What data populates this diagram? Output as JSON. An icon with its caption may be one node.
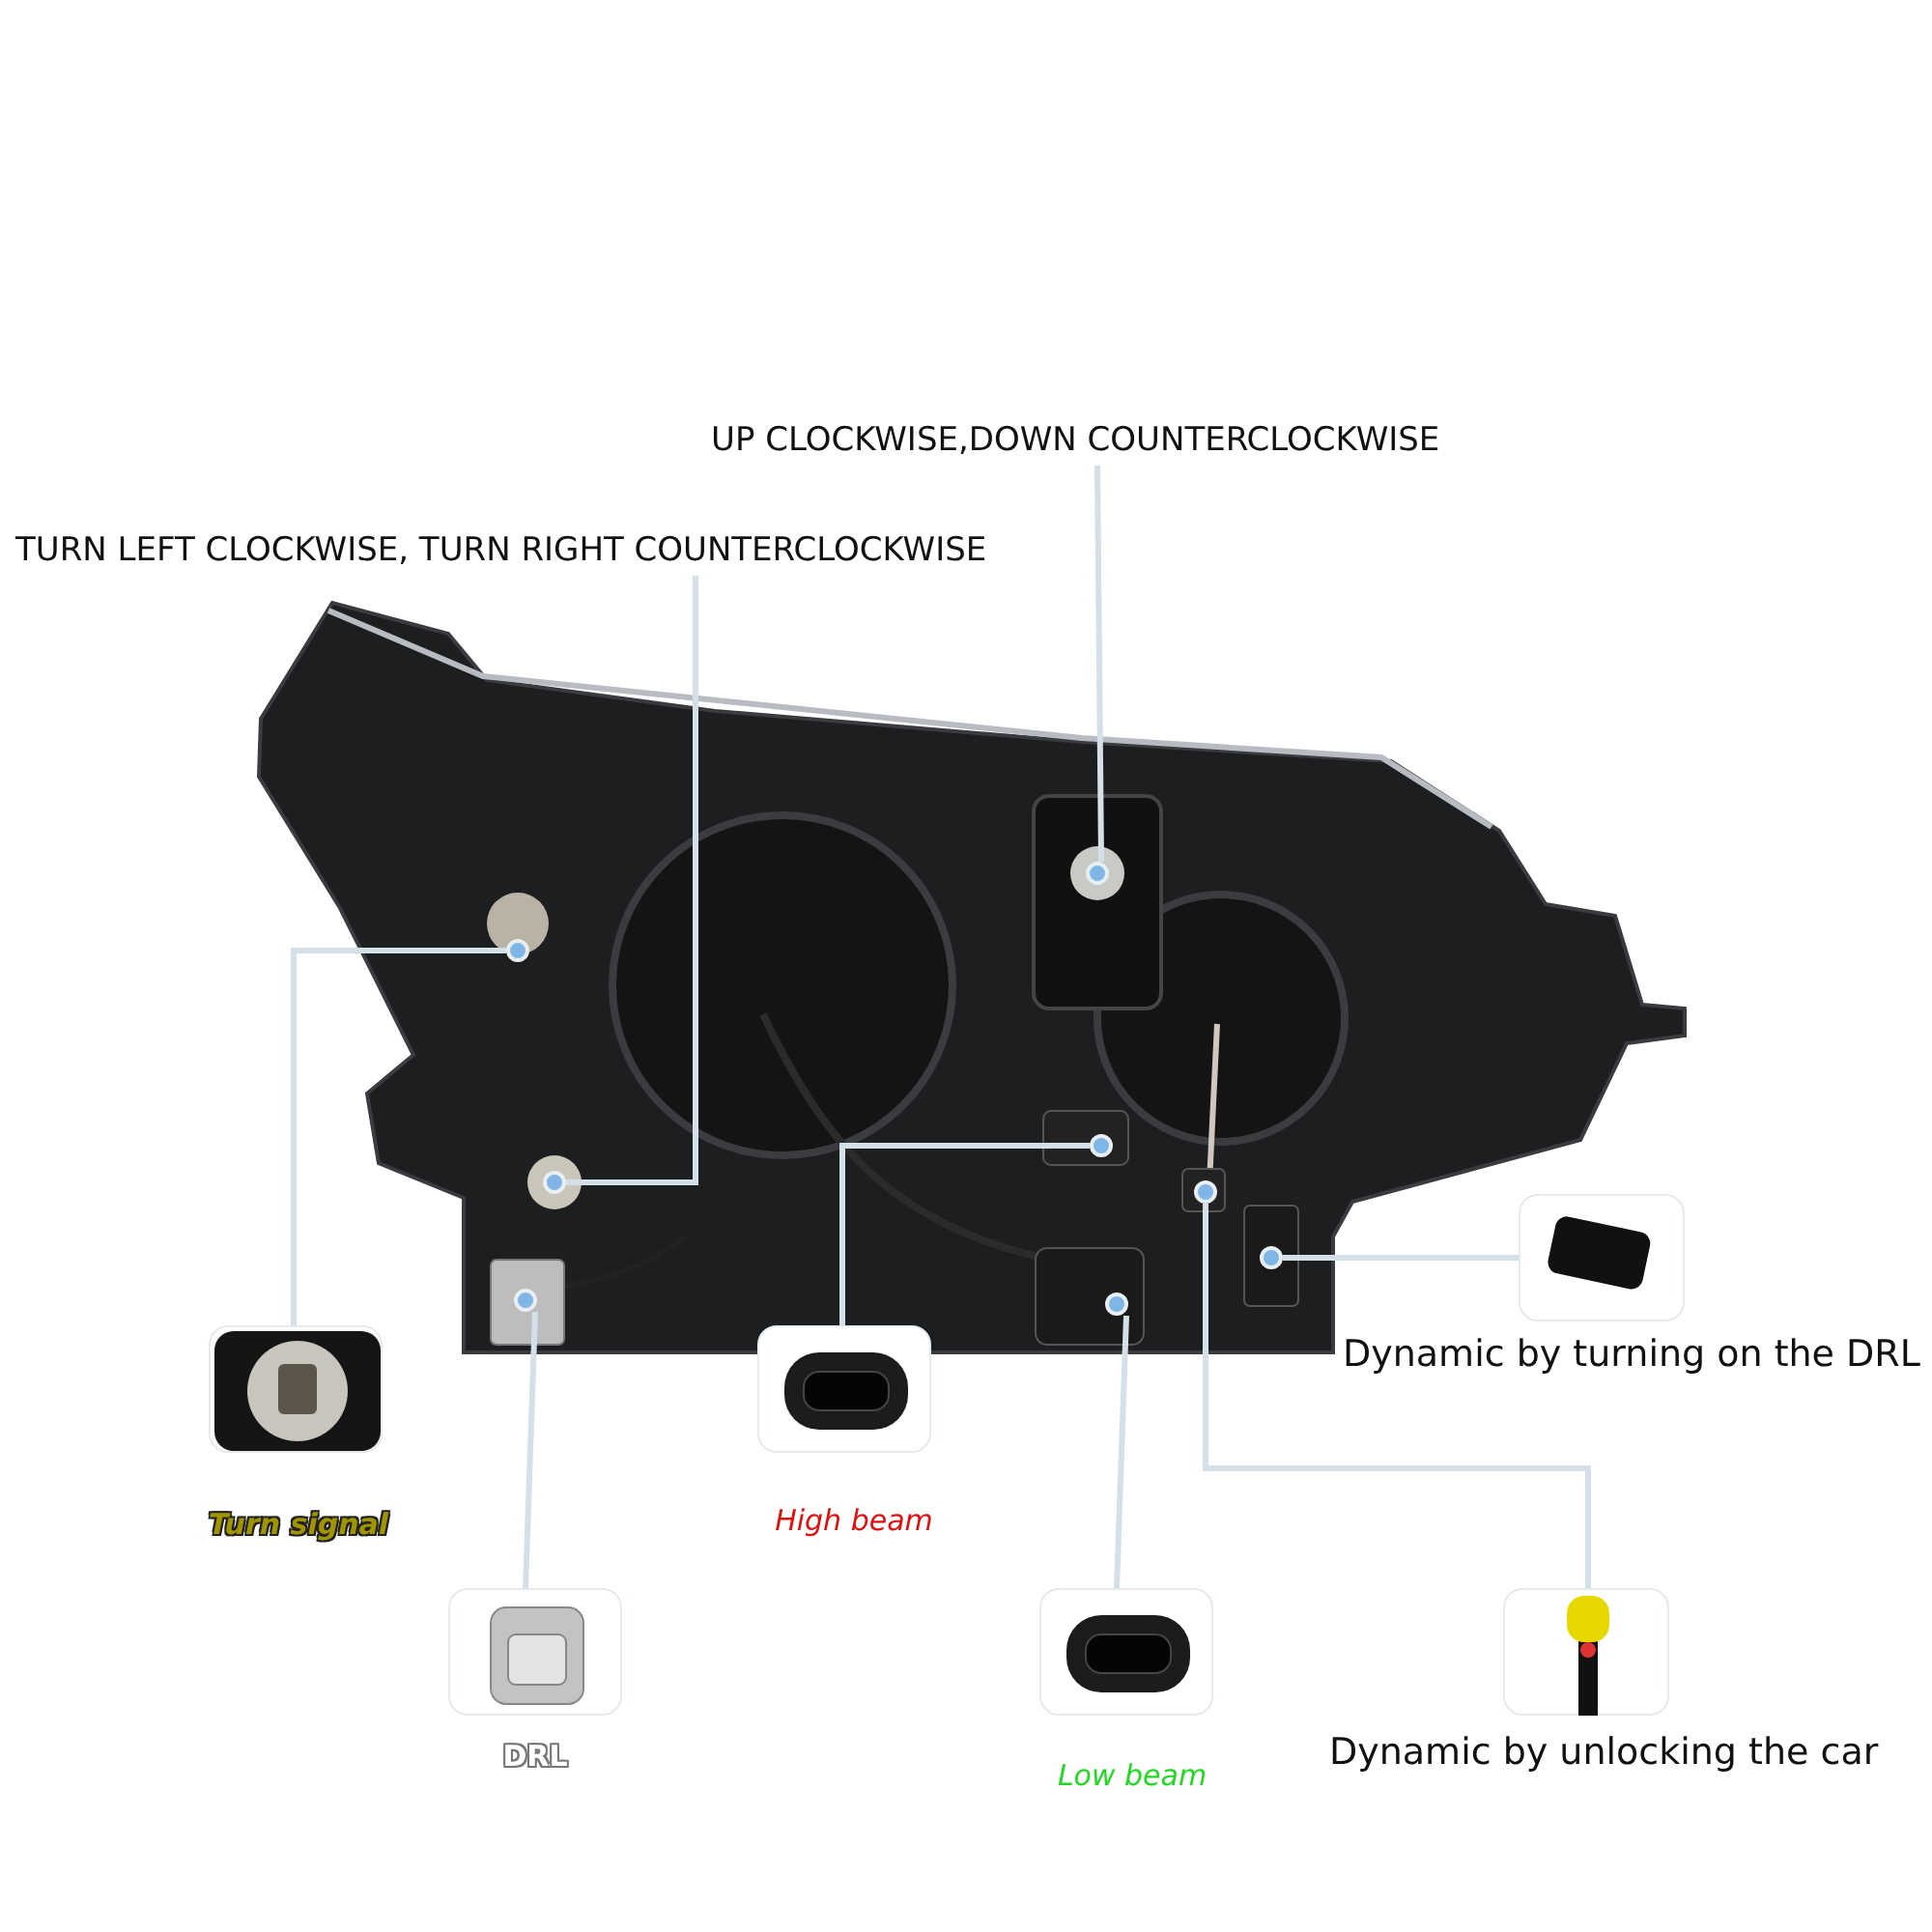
{
  "diagram": {
    "nodes": [
      {
        "text": [
          "UP CLOCKWISE,DOWN COUNTERCLOCKWISE"
        ]
      },
      {
        "text": [
          "TURN LEFT CLOCKWISE, TURN RIGHT COUNTERCLOCKWISE"
        ]
      },
      {
        "text": [],
        "shape": "picture"
      },
      {
        "text": [],
        "shape": "circle",
        "in": 2
      },
      {
        "text": [],
        "shape": "circle",
        "in": 2
      },
      {
        "text": [],
        "shape": "circle",
        "in": 2
      },
      {
        "text": [],
        "shape": "circle",
        "in": 2
      },
      {
        "text": [],
        "shape": "circle",
        "in": 2
      },
      {
        "text": [],
        "shape": "circle",
        "in": 2
      },
      {
        "text": [],
        "shape": "circle",
        "in": 2
      },
      {
        "text": [],
        "shape": "circle",
        "in": 2
      },
      {
        "text": [
          "Turn signal"
        ]
      },
      {
        "text": [
          "DRL"
        ]
      },
      {
        "text": [
          "High beam"
        ]
      },
      {
        "text": [
          "Low beam"
        ]
      },
      {
        "text": [
          "Dynamic by turning on the DRL"
        ]
      },
      {
        "text": [
          "Dynamic by unlocking the car"
        ]
      }
    ],
    "edges": [
      {
        "from": 0,
        "to": 3,
        "arrow": "none"
      },
      {
        "from": 1,
        "to": 4,
        "arrow": "none"
      },
      {
        "from": 5,
        "to": 11,
        "arrow": "none"
      },
      {
        "from": 6,
        "to": 12,
        "arrow": "none"
      },
      {
        "from": 7,
        "to": 13,
        "arrow": "none"
      },
      {
        "from": 8,
        "to": 14,
        "arrow": "none"
      },
      {
        "from": 10,
        "to": 15,
        "arrow": "none"
      },
      {
        "from": 9,
        "to": 16,
        "arrow": "none"
      }
    ]
  }
}
